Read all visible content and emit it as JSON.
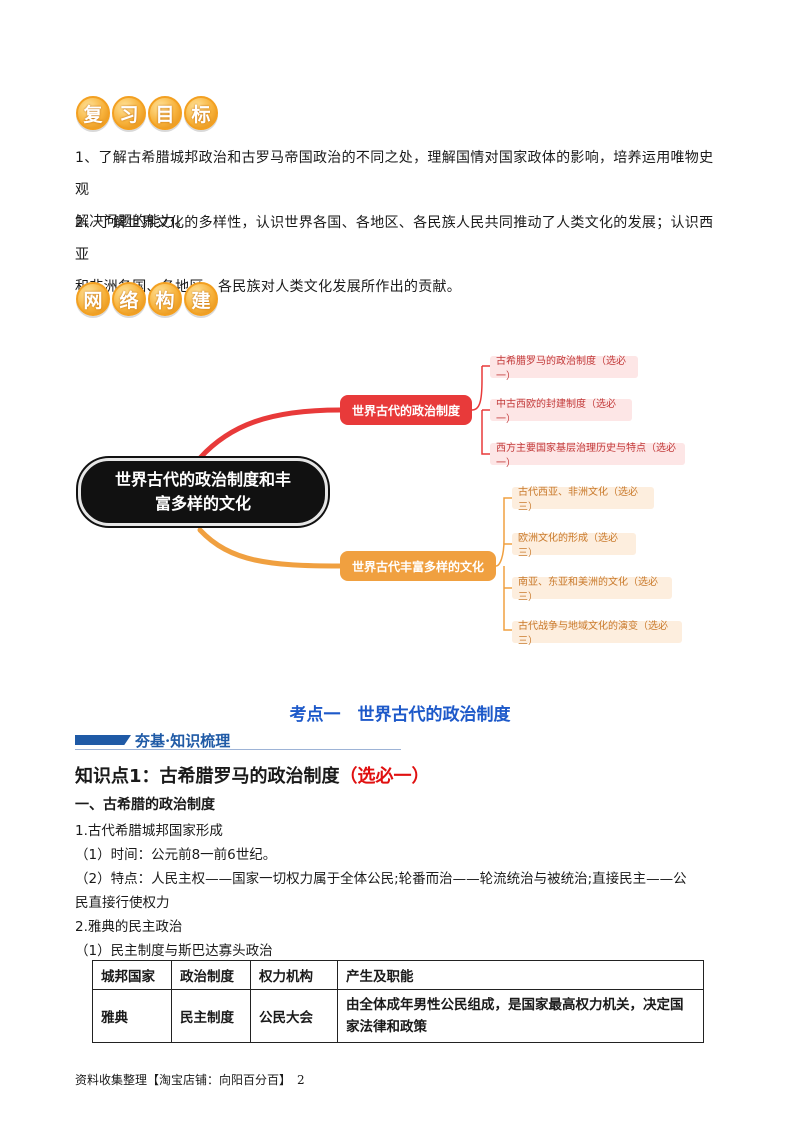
{
  "badges": {
    "review_goals": [
      "复",
      "习",
      "目",
      "标"
    ],
    "network": [
      "网",
      "络",
      "构",
      "建"
    ]
  },
  "goals": {
    "p1a": "1、了解古希腊城邦政治和古罗马帝国政治的不同之处，理解国情对国家政体的影响，培养运用唯物史观",
    "p1b": "解决问题的能力。",
    "p2a": "2、了解世界文化的多样性，认识世界各国、各地区、各民族人民共同推动了人类文化的发展；认识西亚",
    "p2b": "和非洲各国、各地区、各民族对人类文化发展所作出的贡献。"
  },
  "mindmap": {
    "center_line1": "世界古代的政治制度和丰",
    "center_line2": "富多样的文化",
    "branch_political": "世界古代的政治制度",
    "branch_culture": "世界古代丰富多样的文化",
    "leaves_political": [
      "古希腊罗马的政治制度（选必一）",
      "中古西欧的封建制度（选必一）",
      "西方主要国家基层治理历史与特点（选必一）"
    ],
    "leaves_culture": [
      "古代西亚、非洲文化（选必三）",
      "欧洲文化的形成（选必三）",
      "南亚、东亚和美洲的文化（选必三）",
      "古代战争与地域文化的演变（选必三）"
    ],
    "colors": {
      "red": "#e83a3a",
      "orange": "#f0a040"
    }
  },
  "exam_point": "考点一　世界古代的政治制度",
  "banner": "夯基·知识梳理",
  "kp": {
    "title_black": "知识点1：古希腊罗马的政治制度",
    "title_red": "（选必一）"
  },
  "content": {
    "h_greece": "一、古希腊的政治制度",
    "l1": "1.古代希腊城邦国家形成",
    "l2": "（1）时间：公元前8一前6世纪。",
    "l3a": "（2）特点：人民主权——国家一切权力属于全体公民;轮番而治——轮流统治与被统治;直接民主——公",
    "l3b": "民直接行使权力",
    "l4": "2.雅典的民主政治",
    "l5": "（1）民主制度与斯巴达寡头政治"
  },
  "table": {
    "headers": [
      "城邦国家",
      "政治制度",
      "权力机构",
      "产生及职能"
    ],
    "row1": [
      "雅典",
      "民主制度",
      "公民大会",
      "由全体成年男性公民组成，是国家最高权力机关，决定国家法律和政策"
    ]
  },
  "footer": "资料收集整理【淘宝店铺：向阳百分百】　2"
}
